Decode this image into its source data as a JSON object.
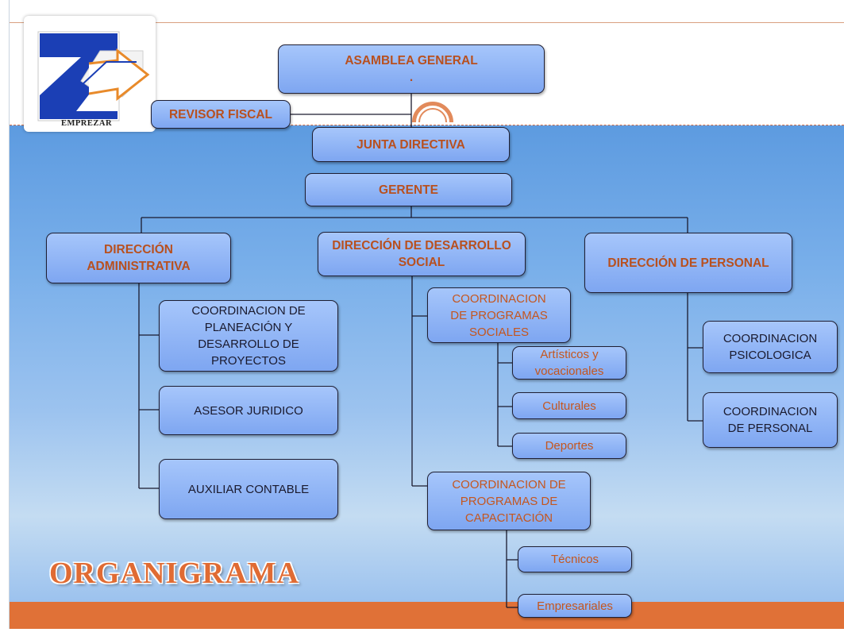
{
  "logo": {
    "text": "EMPREZAR",
    "colors": {
      "blue": "#1b3fb5",
      "orange": "#e88a2a"
    }
  },
  "title": "ORGANIGRAMA",
  "nodes": {
    "asamblea": "ASAMBLEA GENERAL\n.",
    "revisor": "REVISOR FISCAL",
    "junta": "JUNTA DIRECTIVA",
    "gerente": "GERENTE",
    "dir_admin": "DIRECCIÓN\nADMINISTRATIVA",
    "dir_social": "DIRECCIÓN DE DESARROLLO\nSOCIAL",
    "dir_personal": "DIRECCIÓN DE PERSONAL",
    "coord_planeacion": "COORDINACION DE\nPLANEACIÓN Y\nDESARROLLO DE\nPROYECTOS",
    "asesor": "ASESOR JURIDICO",
    "auxiliar": "AUXILIAR CONTABLE",
    "coord_prog_sociales": "COORDINACION\nDE PROGRAMAS\nSOCIALES",
    "artisticos": "Artísticos y\nvocacionales",
    "culturales": "Culturales",
    "deportes": "Deportes",
    "coord_capacitacion": "COORDINACION DE\nPROGRAMAS DE\nCAPACITACIÓN",
    "tecnicos": "Técnicos",
    "empresariales": "Empresariales",
    "coord_psicologica": "COORDINACION\nPSICOLOGICA",
    "coord_personal": "COORDINACION\nDE PERSONAL"
  },
  "colors": {
    "box_fill": "#8fb4f6",
    "box_text_orange": "#b8501f",
    "band": "#e07137",
    "sky": "#79afea"
  }
}
